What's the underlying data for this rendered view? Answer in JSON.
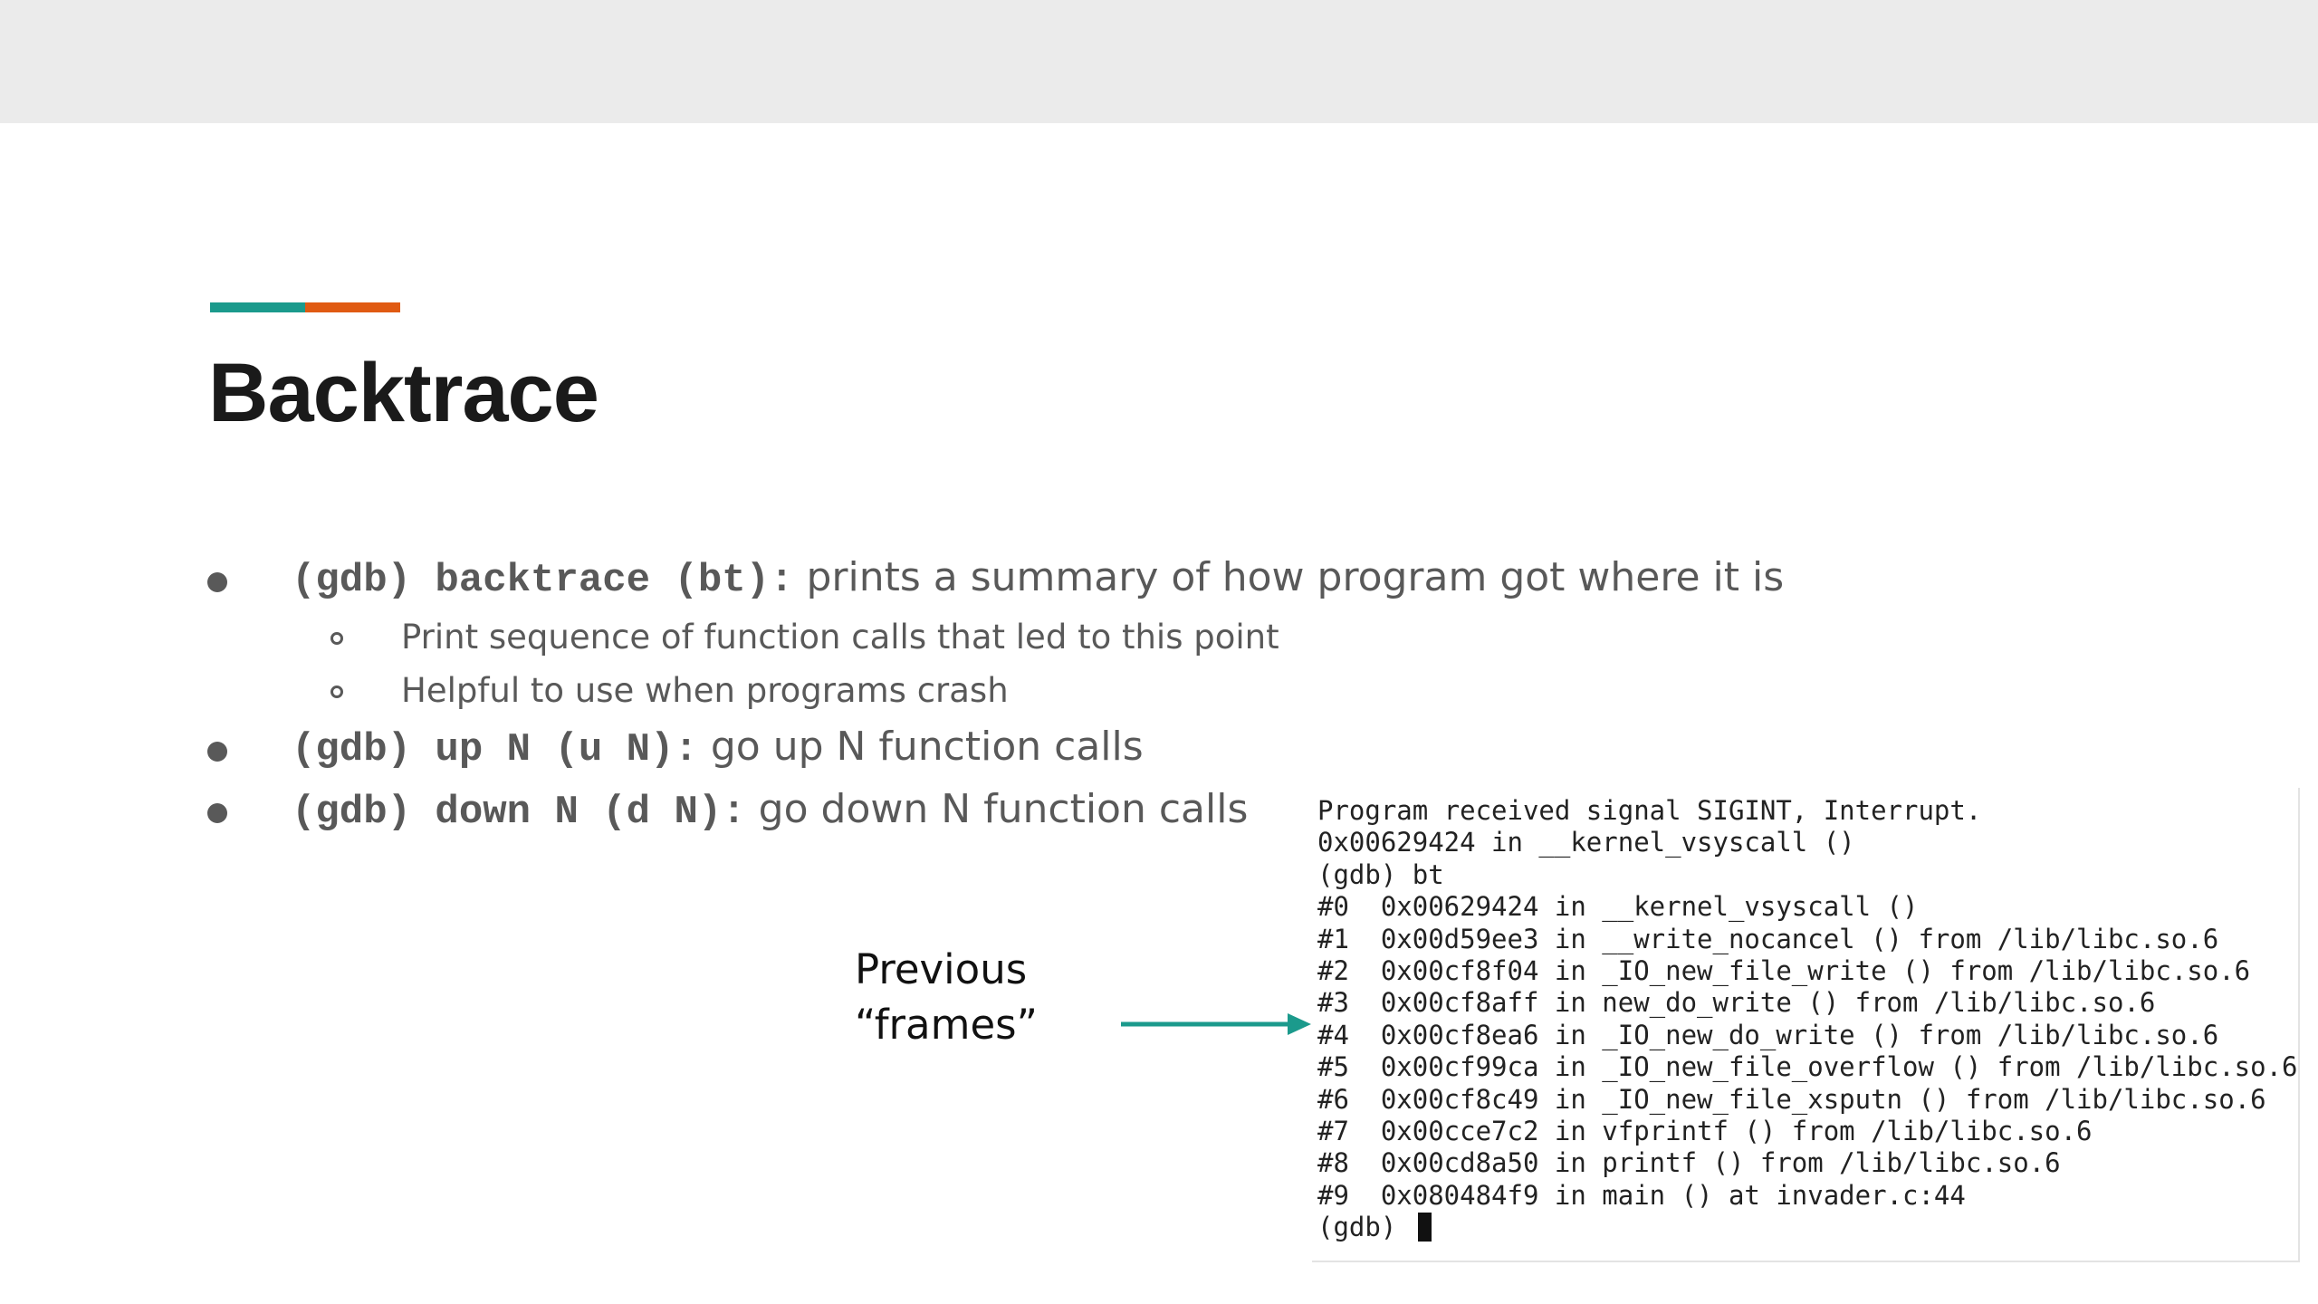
{
  "colors": {
    "accent_teal": "#1b9a8c",
    "accent_orange": "#e05a12",
    "arrow": "#1b9a8c"
  },
  "slide": {
    "title": "Backtrace",
    "bullets": [
      {
        "code": "(gdb) backtrace (bt):",
        "text": " prints a summary of how program got where it is",
        "sub": [
          "Print sequence of function calls that led to this point",
          "Helpful to use when programs crash"
        ]
      },
      {
        "code": "(gdb) up N (u N):",
        "text": " go up N  function calls"
      },
      {
        "code": "(gdb) down N (d N):",
        "text": "  go down N function calls"
      }
    ],
    "callout": {
      "line1": "Previous",
      "line2": "“frames”"
    }
  },
  "terminal": {
    "lines": [
      "Program received signal SIGINT, Interrupt.",
      "0x00629424 in __kernel_vsyscall ()",
      "(gdb) bt",
      "#0  0x00629424 in __kernel_vsyscall ()",
      "#1  0x00d59ee3 in __write_nocancel () from /lib/libc.so.6",
      "#2  0x00cf8f04 in _IO_new_file_write () from /lib/libc.so.6",
      "#3  0x00cf8aff in new_do_write () from /lib/libc.so.6",
      "#4  0x00cf8ea6 in _IO_new_do_write () from /lib/libc.so.6",
      "#5  0x00cf99ca in _IO_new_file_overflow () from /lib/libc.so.6",
      "#6  0x00cf8c49 in _IO_new_file_xsputn () from /lib/libc.so.6",
      "#7  0x00cce7c2 in vfprintf () from /lib/libc.so.6",
      "#8  0x00cd8a50 in printf () from /lib/libc.so.6",
      "#9  0x080484f9 in main () at invader.c:44"
    ],
    "prompt": "(gdb) "
  }
}
